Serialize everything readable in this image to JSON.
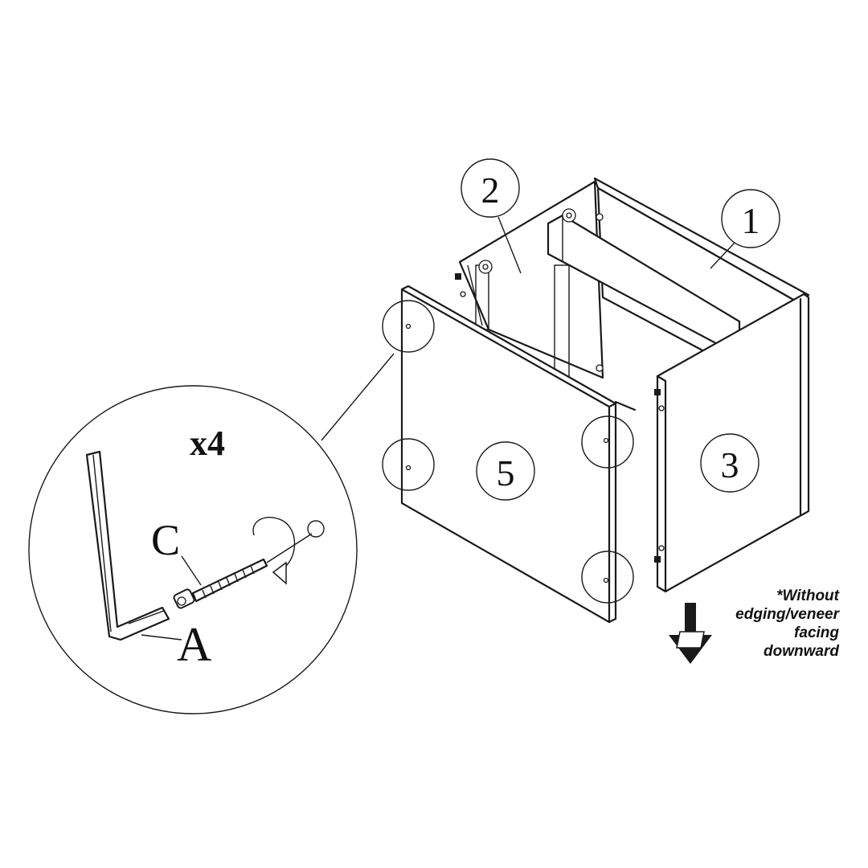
{
  "parts": {
    "p1": "1",
    "p2": "2",
    "p3": "3",
    "p5": "5"
  },
  "detail": {
    "quantity": "x4",
    "hardware_c": "C",
    "hardware_a": "A"
  },
  "note": {
    "line1": "*Without",
    "line2": "edging/veneer",
    "line3": "facing",
    "line4": "downward"
  },
  "icons": [
    "allen-key-icon",
    "screw-icon",
    "rotate-arrow-icon",
    "down-arrow-icon"
  ]
}
